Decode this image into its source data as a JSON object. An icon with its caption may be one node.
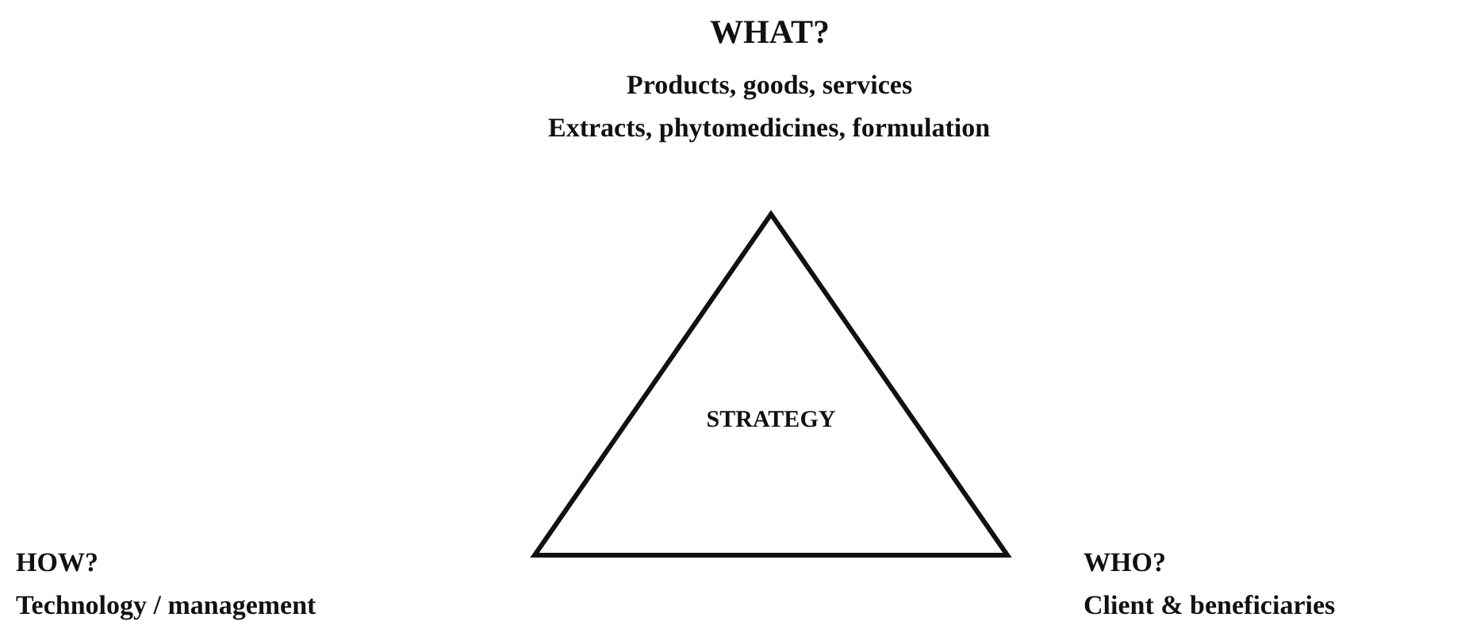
{
  "diagram": {
    "nodes": [
      {
        "text": [
          "STRATEGY"
        ]
      }
    ],
    "labels": [
      "WHAT?",
      "Products, goods, services",
      "Extracts, phytomedicines, formulation",
      "HOW?",
      "Technology / management",
      "WHO?",
      "Client & beneficiaries"
    ]
  }
}
